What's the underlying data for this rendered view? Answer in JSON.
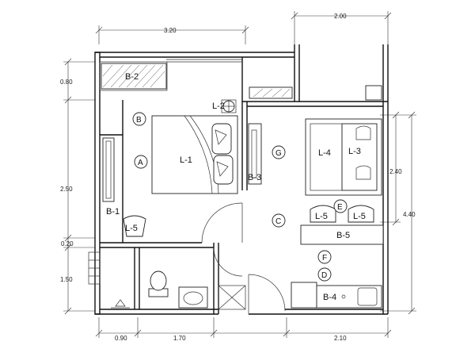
{
  "dimensions": {
    "top_left": "3.20",
    "top_right": "2.00",
    "left_top": "0.80",
    "left_mid": "2.50",
    "left_small": "0.20",
    "left_bottom": "1.50",
    "right_mid": "2.40",
    "right_total": "4.40",
    "bottom_left": "0.90",
    "bottom_mid": "1.70",
    "bottom_right": "2.10"
  },
  "labels": {
    "b2": "B-2",
    "l2": "L-2",
    "l1": "L-1",
    "b3": "B-3",
    "l4": "L-4",
    "l3": "L-3",
    "b1": "B-1",
    "l5_left": "L-5",
    "l5_a": "L-5",
    "l5_b": "L-5",
    "b5": "B-5",
    "b4": "B-4"
  },
  "markers": {
    "a": "A",
    "b": "B",
    "c": "C",
    "d": "D",
    "e": "E",
    "f": "F",
    "g": "G"
  }
}
